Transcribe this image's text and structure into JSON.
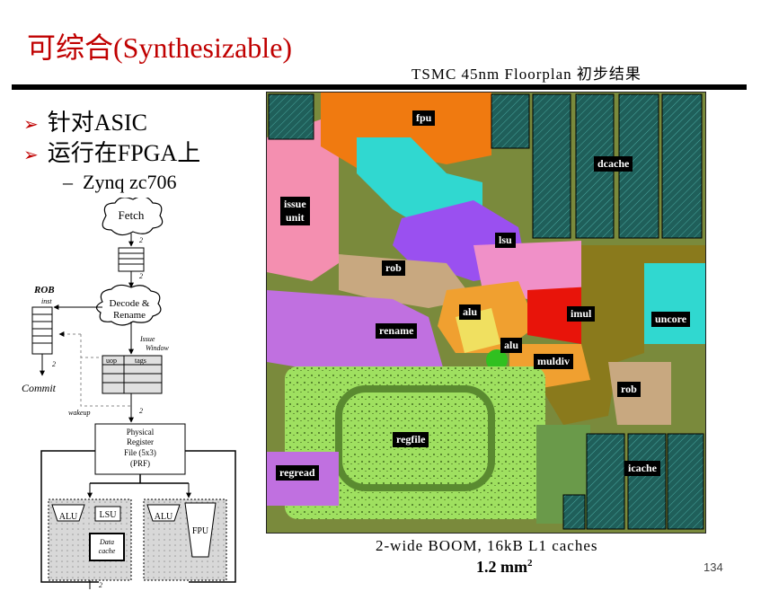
{
  "slide": {
    "title": "可综合(Synthesizable)",
    "floorplan_caption": "TSMC 45nm Floorplan 初步结果",
    "bullets": [
      "针对ASIC",
      "运行在FPGA上"
    ],
    "sub_bullet": "Zynq zc706",
    "bottom_caption": "2-wide BOOM, 16kB L1 caches",
    "area_value": "1.2 mm",
    "area_exp": "2",
    "page_number": "134"
  },
  "diagram": {
    "fetch": "Fetch",
    "decode_line1": "Decode &",
    "decode_line2": "Rename",
    "rob_title": "ROB",
    "rob_inst": "inst",
    "commit": "Commit",
    "issue_line1": "Issue",
    "issue_line2": "Window",
    "uop": "uop",
    "tags": "tags",
    "wakeup": "wakeup",
    "prf_line1": "Physical",
    "prf_line2": "Register",
    "prf_line3": "File (5x3)",
    "prf_line4": "(PRF)",
    "alu": "ALU",
    "lsu": "LSU",
    "fpu": "FPU",
    "data_cache_line1": "Data",
    "data_cache_line2": "cache",
    "width_label": "2"
  },
  "floorplan": {
    "labels": {
      "fpu": "fpu",
      "dcache": "dcache",
      "issue_l1": "issue",
      "issue_l2": "unit",
      "lsu": "lsu",
      "rob_top": "rob",
      "alu_1": "alu",
      "imul": "imul",
      "uncore": "uncore",
      "rename": "rename",
      "alu_2": "alu",
      "muldiv": "muldiv",
      "rob_right": "rob",
      "regfile": "regfile",
      "regread": "regread",
      "icache": "icache"
    }
  },
  "colors": {
    "title": "#c00000",
    "arrow": "#c00000",
    "sram": "#1f5f5a",
    "regfile": "#9fe060",
    "issue": "#f48fb0",
    "rename": "#c070e0",
    "lsu": "#9a50f0",
    "fpu": "#f07a10",
    "imul": "#e8140a",
    "uncore": "#30d8d0",
    "rob": "#c8a880",
    "olive": "#8a7a1c",
    "filler": "#6a9a4a"
  }
}
